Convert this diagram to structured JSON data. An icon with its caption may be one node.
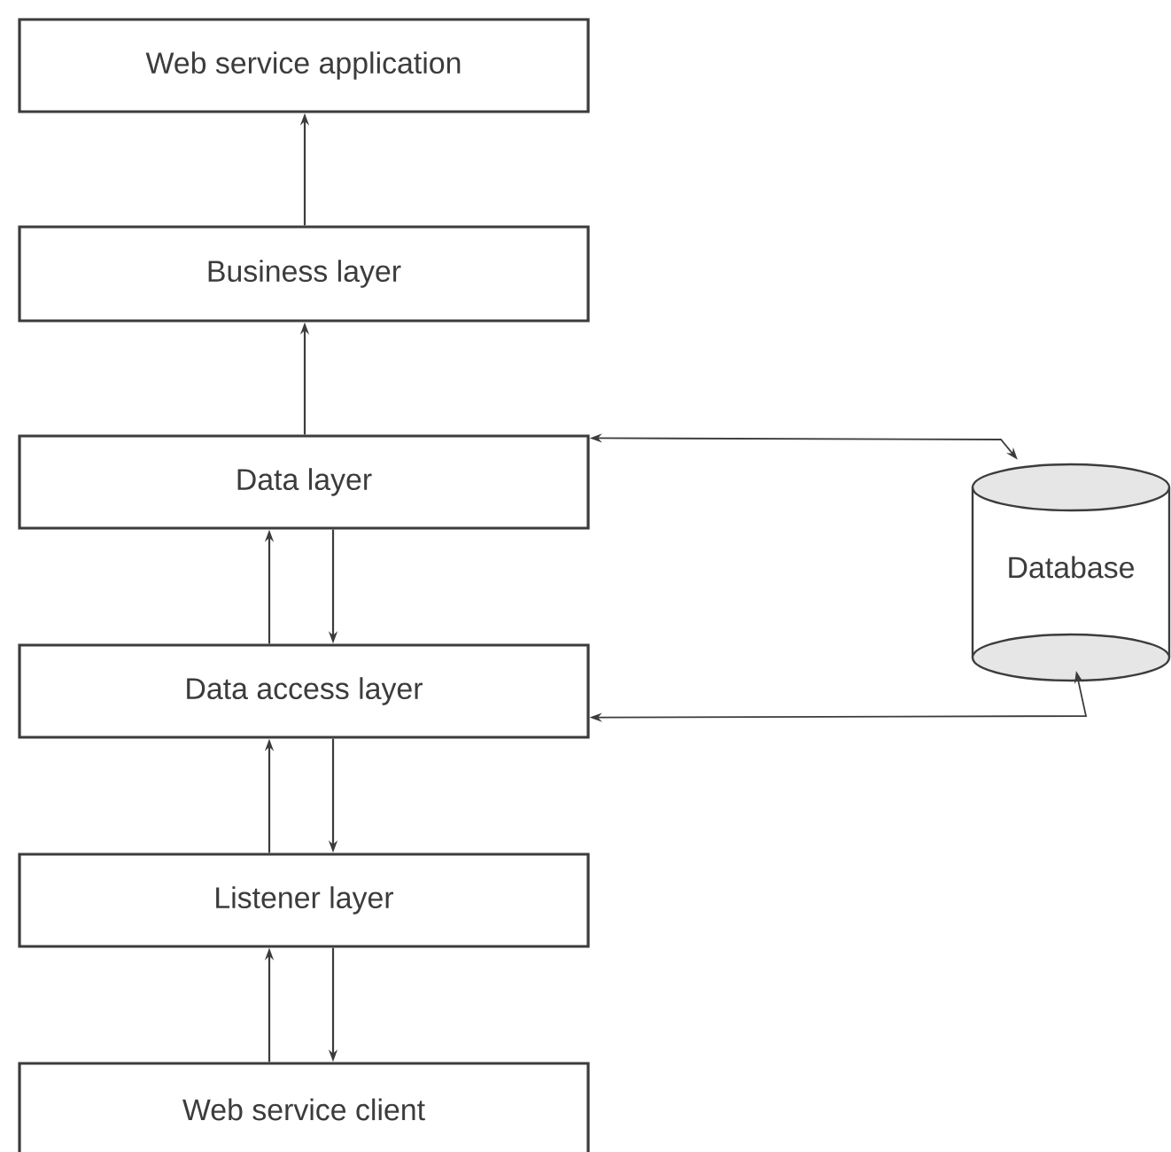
{
  "diagram": {
    "nodes": [
      {
        "text": [
          "Web service application"
        ]
      },
      {
        "text": [
          "Business layer"
        ]
      },
      {
        "text": [
          "Data layer"
        ]
      },
      {
        "text": [
          "Data access layer"
        ]
      },
      {
        "text": [
          "Listener layer"
        ]
      },
      {
        "text": [
          "Web service client"
        ]
      },
      {
        "text": [
          "Database"
        ]
      }
    ],
    "edges": [
      {
        "from": 1,
        "to": 0,
        "arrow": "to"
      },
      {
        "from": 2,
        "to": 1,
        "arrow": "to"
      },
      {
        "from": 3,
        "to": 2,
        "arrow": "to"
      },
      {
        "from": 2,
        "to": 3,
        "arrow": "to"
      },
      {
        "from": 4,
        "to": 3,
        "arrow": "to"
      },
      {
        "from": 3,
        "to": 4,
        "arrow": "to"
      },
      {
        "from": 5,
        "to": 4,
        "arrow": "to"
      },
      {
        "from": 4,
        "to": 5,
        "arrow": "to"
      },
      {
        "from": 2,
        "to": 6,
        "arrow": "both"
      },
      {
        "from": 3,
        "to": 6,
        "arrow": "both"
      }
    ]
  }
}
